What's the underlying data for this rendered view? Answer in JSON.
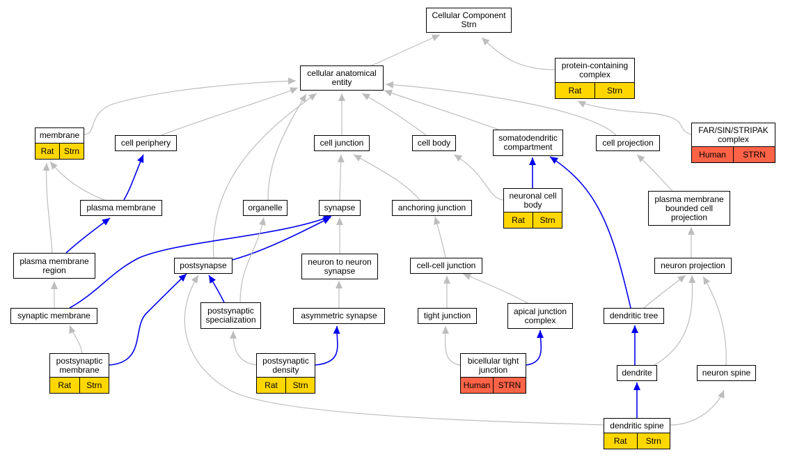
{
  "colors": {
    "ortholog_rat": "#ffd700",
    "ortholog_human": "#ff6347",
    "is_a_edge": "#bdbdbd",
    "part_of_edge": "#0000ee",
    "node_border": "#000000"
  },
  "nodes": {
    "cellular_component": {
      "label": "Cellular Component\nStrn"
    },
    "cellular_anatomical_entity": {
      "label": "cellular anatomical\nentity"
    },
    "protein_containing_complex": {
      "label": "protein-containing\ncomplex",
      "annotations": [
        "Rat",
        "Strn"
      ]
    },
    "membrane": {
      "label": "membrane",
      "annotations": [
        "Rat",
        "Strn"
      ]
    },
    "cell_periphery": {
      "label": "cell periphery"
    },
    "cell_junction": {
      "label": "cell junction"
    },
    "cell_body": {
      "label": "cell body"
    },
    "somatodendritic_compartment": {
      "label": "somatodendritic\ncompartment"
    },
    "cell_projection": {
      "label": "cell projection"
    },
    "far_sin_stripak_complex": {
      "label": "FAR/SIN/STRIPAK\ncomplex",
      "annotations": [
        "Human",
        "STRN"
      ]
    },
    "plasma_membrane": {
      "label": "plasma membrane"
    },
    "organelle": {
      "label": "organelle"
    },
    "synapse": {
      "label": "synapse"
    },
    "anchoring_junction": {
      "label": "anchoring junction"
    },
    "neuronal_cell_body": {
      "label": "neuronal cell\nbody",
      "annotations": [
        "Rat",
        "Strn"
      ]
    },
    "plasma_membrane_bounded_cell_projection": {
      "label": "plasma membrane\nbounded cell\nprojection"
    },
    "plasma_membrane_region": {
      "label": "plasma membrane\nregion"
    },
    "postsynapse": {
      "label": "postsynapse"
    },
    "neuron_to_neuron_synapse": {
      "label": "neuron to neuron\nsynapse"
    },
    "cell_cell_junction": {
      "label": "cell-cell junction"
    },
    "neuron_projection": {
      "label": "neuron projection"
    },
    "synaptic_membrane": {
      "label": "synaptic membrane"
    },
    "postsynaptic_specialization": {
      "label": "postsynaptic\nspecialization"
    },
    "asymmetric_synapse": {
      "label": "asymmetric synapse"
    },
    "tight_junction": {
      "label": "tight junction"
    },
    "apical_junction_complex": {
      "label": "apical junction\ncomplex"
    },
    "dendritic_tree": {
      "label": "dendritic tree"
    },
    "postsynaptic_membrane": {
      "label": "postsynaptic\nmembrane",
      "annotations": [
        "Rat",
        "Strn"
      ]
    },
    "postsynaptic_density": {
      "label": "postsynaptic\ndensity",
      "annotations": [
        "Rat",
        "Strn"
      ]
    },
    "bicellular_tight_junction": {
      "label": "bicellular tight\njunction",
      "annotations": [
        "Human",
        "STRN"
      ]
    },
    "dendrite": {
      "label": "dendrite"
    },
    "neuron_spine": {
      "label": "neuron spine"
    },
    "dendritic_spine": {
      "label": "dendritic spine",
      "annotations": [
        "Rat",
        "Strn"
      ]
    }
  },
  "edges": [
    {
      "from": "cellular_anatomical_entity",
      "to": "cellular_component",
      "type": "is_a"
    },
    {
      "from": "protein_containing_complex",
      "to": "cellular_component",
      "type": "is_a"
    },
    {
      "from": "far_sin_stripak_complex",
      "to": "protein_containing_complex",
      "type": "is_a"
    },
    {
      "from": "membrane",
      "to": "cellular_anatomical_entity",
      "type": "is_a"
    },
    {
      "from": "cell_periphery",
      "to": "cellular_anatomical_entity",
      "type": "is_a"
    },
    {
      "from": "cell_junction",
      "to": "cellular_anatomical_entity",
      "type": "is_a"
    },
    {
      "from": "cell_body",
      "to": "cellular_anatomical_entity",
      "type": "is_a"
    },
    {
      "from": "somatodendritic_compartment",
      "to": "cellular_anatomical_entity",
      "type": "is_a"
    },
    {
      "from": "cell_projection",
      "to": "cellular_anatomical_entity",
      "type": "is_a"
    },
    {
      "from": "organelle",
      "to": "cellular_anatomical_entity",
      "type": "is_a"
    },
    {
      "from": "postsynapse",
      "to": "cellular_anatomical_entity",
      "type": "is_a"
    },
    {
      "from": "plasma_membrane",
      "to": "membrane",
      "type": "is_a"
    },
    {
      "from": "plasma_membrane",
      "to": "cell_periphery",
      "type": "part_of"
    },
    {
      "from": "plasma_membrane_region",
      "to": "membrane",
      "type": "is_a"
    },
    {
      "from": "plasma_membrane_region",
      "to": "plasma_membrane",
      "type": "part_of"
    },
    {
      "from": "synapse",
      "to": "cell_junction",
      "type": "is_a"
    },
    {
      "from": "anchoring_junction",
      "to": "cell_junction",
      "type": "is_a"
    },
    {
      "from": "neuronal_cell_body",
      "to": "cell_body",
      "type": "is_a"
    },
    {
      "from": "neuronal_cell_body",
      "to": "somatodendritic_compartment",
      "type": "part_of"
    },
    {
      "from": "plasma_membrane_bounded_cell_projection",
      "to": "cell_projection",
      "type": "is_a"
    },
    {
      "from": "synaptic_membrane",
      "to": "plasma_membrane_region",
      "type": "is_a"
    },
    {
      "from": "synaptic_membrane",
      "to": "synapse",
      "type": "part_of"
    },
    {
      "from": "postsynapse",
      "to": "synapse",
      "type": "part_of"
    },
    {
      "from": "neuron_to_neuron_synapse",
      "to": "synapse",
      "type": "is_a"
    },
    {
      "from": "cell_cell_junction",
      "to": "anchoring_junction",
      "type": "is_a"
    },
    {
      "from": "neuron_projection",
      "to": "plasma_membrane_bounded_cell_projection",
      "type": "is_a"
    },
    {
      "from": "postsynaptic_specialization",
      "to": "postsynapse",
      "type": "part_of"
    },
    {
      "from": "postsynaptic_specialization",
      "to": "organelle",
      "type": "is_a"
    },
    {
      "from": "asymmetric_synapse",
      "to": "neuron_to_neuron_synapse",
      "type": "is_a"
    },
    {
      "from": "tight_junction",
      "to": "cell_cell_junction",
      "type": "is_a"
    },
    {
      "from": "apical_junction_complex",
      "to": "cell_cell_junction",
      "type": "is_a"
    },
    {
      "from": "dendritic_tree",
      "to": "neuron_projection",
      "type": "is_a"
    },
    {
      "from": "dendritic_tree",
      "to": "somatodendritic_compartment",
      "type": "part_of"
    },
    {
      "from": "postsynaptic_membrane",
      "to": "synaptic_membrane",
      "type": "is_a"
    },
    {
      "from": "postsynaptic_membrane",
      "to": "postsynapse",
      "type": "part_of"
    },
    {
      "from": "postsynaptic_density",
      "to": "postsynaptic_specialization",
      "type": "is_a"
    },
    {
      "from": "postsynaptic_density",
      "to": "asymmetric_synapse",
      "type": "part_of"
    },
    {
      "from": "bicellular_tight_junction",
      "to": "tight_junction",
      "type": "is_a"
    },
    {
      "from": "bicellular_tight_junction",
      "to": "apical_junction_complex",
      "type": "part_of"
    },
    {
      "from": "dendrite",
      "to": "dendritic_tree",
      "type": "part_of"
    },
    {
      "from": "dendrite",
      "to": "neuron_projection",
      "type": "is_a"
    },
    {
      "from": "neuron_spine",
      "to": "neuron_projection",
      "type": "is_a"
    },
    {
      "from": "dendritic_spine",
      "to": "dendrite",
      "type": "part_of"
    },
    {
      "from": "dendritic_spine",
      "to": "neuron_spine",
      "type": "is_a"
    },
    {
      "from": "dendritic_spine",
      "to": "postsynapse",
      "type": "is_a"
    }
  ]
}
